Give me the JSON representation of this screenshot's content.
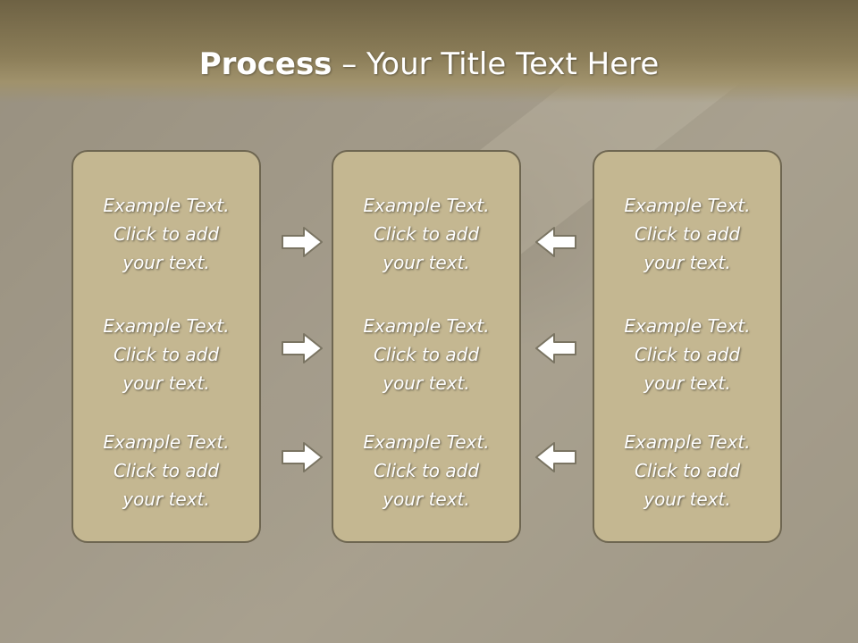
{
  "title": {
    "bold": "Process",
    "rest": " – Your Title Text Here"
  },
  "panels": [
    {
      "items": [
        {
          "l1": "Example Text.",
          "l2": "Click  to add",
          "l3": "your text."
        },
        {
          "l1": "Example Text.",
          "l2": "Click  to add",
          "l3": "your text."
        },
        {
          "l1": "Example Text.",
          "l2": "Click  to add",
          "l3": "your text."
        }
      ]
    },
    {
      "items": [
        {
          "l1": "Example Text.",
          "l2": "Click  to add",
          "l3": "your text."
        },
        {
          "l1": "Example Text.",
          "l2": "Click  to add",
          "l3": "your text."
        },
        {
          "l1": "Example Text.",
          "l2": "Click  to add",
          "l3": "your text."
        }
      ]
    },
    {
      "items": [
        {
          "l1": "Example Text.",
          "l2": "Click  to add",
          "l3": "your text."
        },
        {
          "l1": "Example Text.",
          "l2": "Click  to add",
          "l3": "your text."
        },
        {
          "l1": "Example Text.",
          "l2": "Click  to add",
          "l3": "your text."
        }
      ]
    }
  ],
  "colors": {
    "header": "#8b7d58",
    "panel": "#c4b791",
    "panel_border": "#6e6651",
    "arrow_fill": "#ffffff",
    "arrow_stroke": "#7a7462"
  },
  "icons": {
    "left_arrows": "arrow-right-icon",
    "right_arrows": "arrow-left-icon"
  }
}
